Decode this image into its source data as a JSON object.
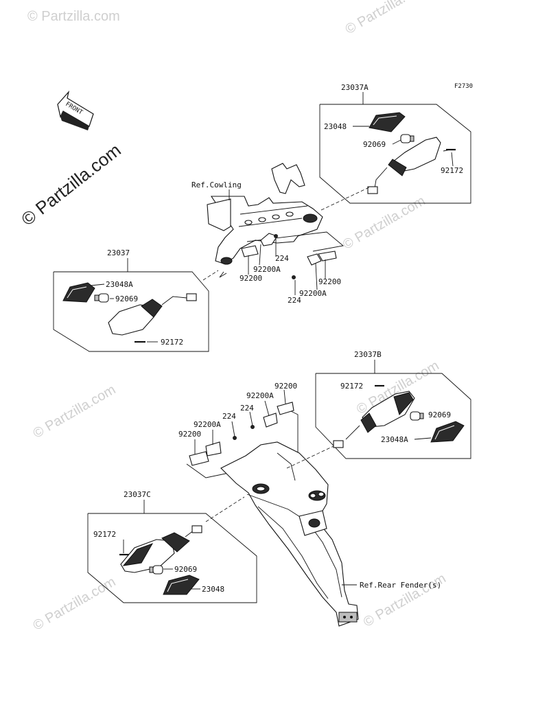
{
  "figure_id": "F2730",
  "front_label": "FRONT",
  "brand_watermark": "© Partzilla.com",
  "watermark_text": "© Partzilla.com",
  "refs": {
    "cowling": "Ref.Cowling",
    "rear_fender": "Ref.Rear Fender(s)"
  },
  "assemblies": {
    "a": {
      "label": "23037A",
      "lens": "23048",
      "bulb": "92069",
      "screw": "92172"
    },
    "b": {
      "label": "23037",
      "lens": "23048A",
      "bulb": "92069",
      "screw": "92172"
    },
    "c": {
      "label": "23037B",
      "screw": "92172",
      "bulb": "92069",
      "lens": "23048A"
    },
    "d": {
      "label": "23037C",
      "screw": "92172",
      "bulb": "92069",
      "lens": "23048"
    }
  },
  "front_bracket_parts": {
    "p1": "224",
    "p2": "92200A",
    "p3": "92200",
    "p4": "92200",
    "p5": "224",
    "p6": "92200A"
  },
  "rear_bracket_parts": {
    "p1": "92200",
    "p2": "92200A",
    "p3": "224",
    "p4": "224",
    "p5": "92200A",
    "p6": "92200"
  }
}
